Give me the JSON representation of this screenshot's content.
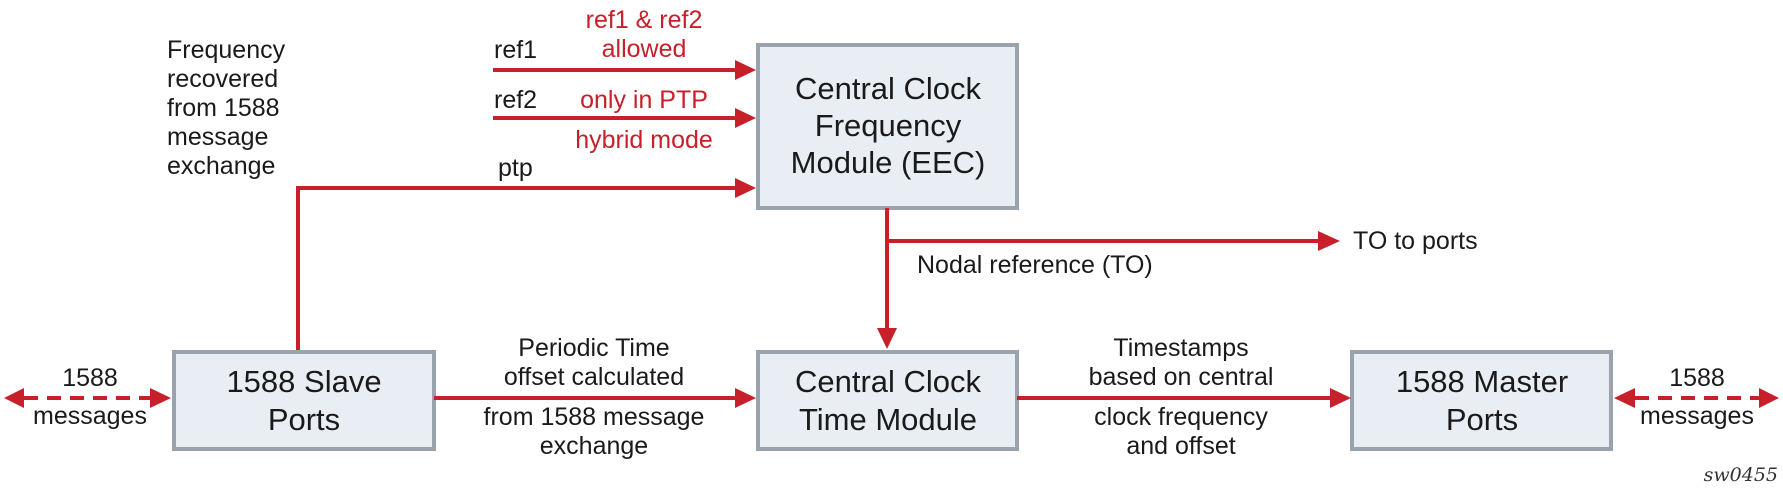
{
  "boxes": {
    "central_freq": [
      "Central Clock",
      "Frequency",
      "Module (EEC)"
    ],
    "central_time": [
      "Central Clock",
      "Time Module"
    ],
    "slave_ports": [
      "1588 Slave",
      "Ports"
    ],
    "master_ports": [
      "1588 Master",
      "Ports"
    ]
  },
  "labels": {
    "freq_recovered": [
      "Frequency",
      "recovered",
      "from 1588",
      "message",
      "exchange"
    ],
    "ref1": "ref1",
    "ref2": "ref2",
    "ptp": "ptp",
    "ref_allowed": [
      "ref1 & ref2",
      "allowed"
    ],
    "ptp_hybrid": [
      "only in PTP",
      "hybrid mode"
    ],
    "to_ports": "TO to ports",
    "nodal_reference": "Nodal reference (TO)",
    "periodic_time_top": [
      "Periodic Time",
      "offset calculated"
    ],
    "periodic_time_bottom": [
      "from 1588 message",
      "exchange"
    ],
    "timestamps_top": [
      "Timestamps",
      "based on central"
    ],
    "timestamps_bottom": [
      "clock frequency",
      "and offset"
    ],
    "messages_left": [
      "1588",
      "messages"
    ],
    "messages_right": [
      "1588",
      "messages"
    ],
    "figure_id": "sw0455"
  },
  "colors": {
    "arrow": "#c8202a",
    "box_fill": "#e9eef4",
    "box_border": "#9aa3ad",
    "red_text": "#c8202a"
  }
}
